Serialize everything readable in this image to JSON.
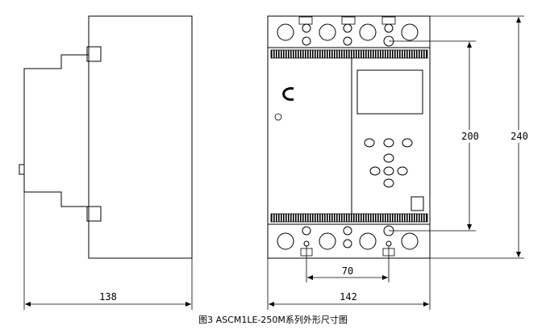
{
  "dimensions": {
    "depth": "138",
    "width": "142",
    "height_overall": "240",
    "height_body": "200",
    "mount_spacing": "70"
  },
  "caption": "图3  ASCM1LE-250M系列外形尺寸图"
}
